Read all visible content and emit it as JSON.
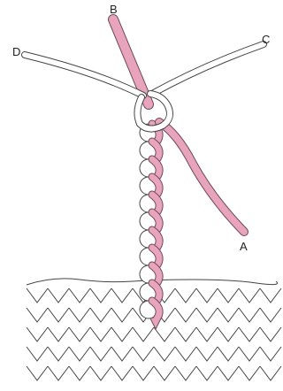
{
  "labels": {
    "a": "A",
    "b": "B",
    "c": "C",
    "d": "D"
  },
  "colors": {
    "pink_yarn": "#e8a3bd",
    "pink_edge": "#6d4a55",
    "white_yarn": "#ffffff",
    "outline": "#444444"
  }
}
